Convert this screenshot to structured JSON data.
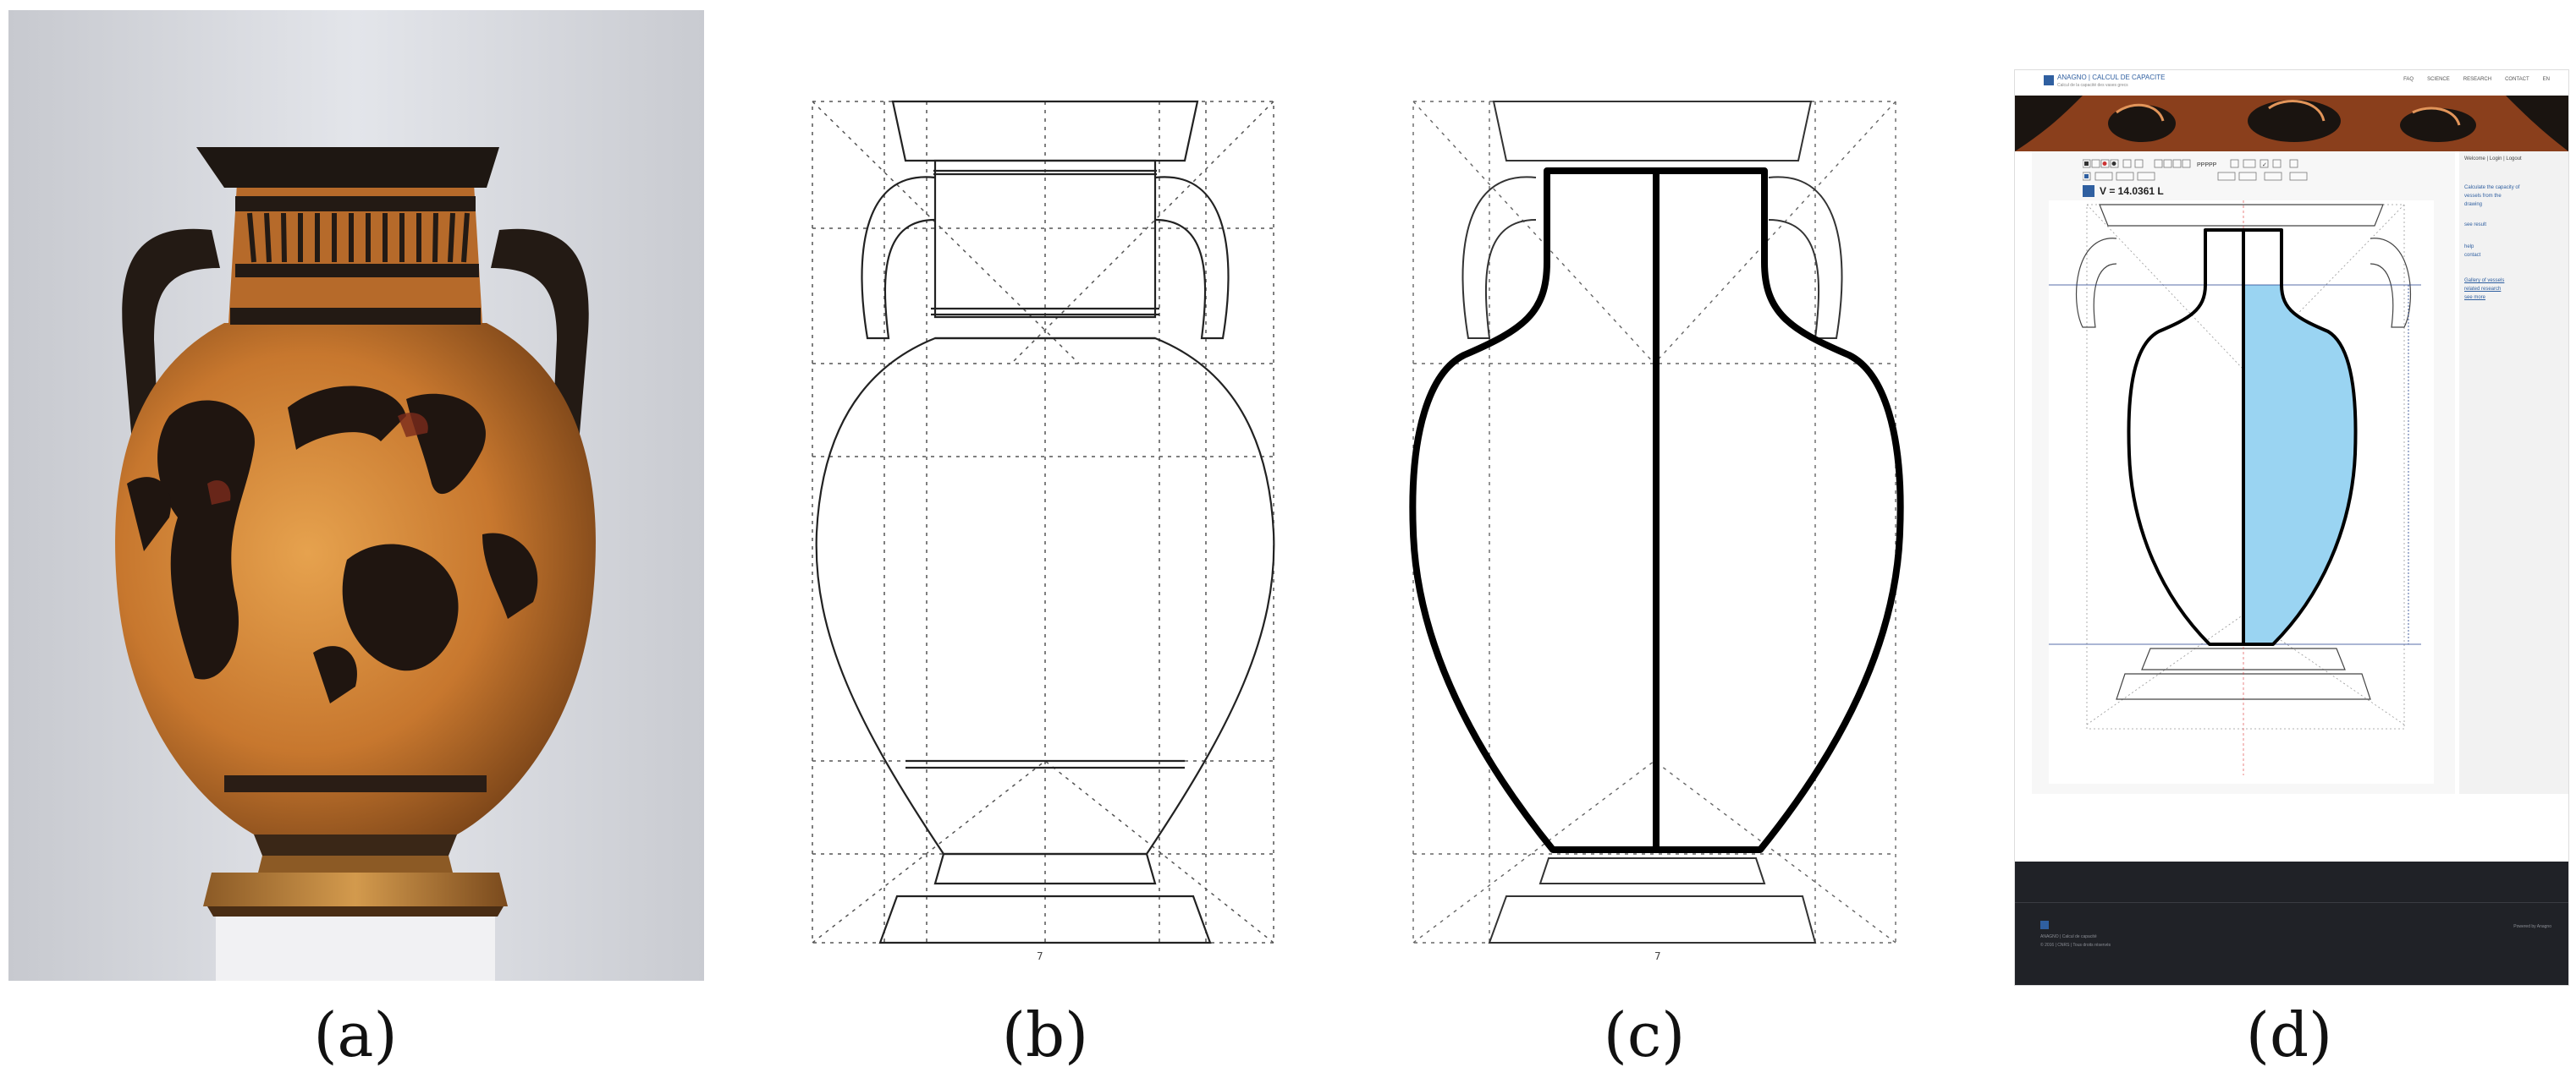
{
  "captions": {
    "a": "(a)",
    "b": "(b)",
    "c": "(c)",
    "d": "(d)"
  },
  "panel_d": {
    "site_title": "ANAGNO | CALCUL DE CAPACITE",
    "site_subtitle": "Calcul de la capacité des vases grecs",
    "nav": [
      "FAQ",
      "SCIENCE",
      "RESEARCH",
      "CONTACT",
      "EN"
    ],
    "volume_readout": "V = 14.0361 L",
    "sidebar_lines": [
      "Welcome | Login | Logout",
      "Calculate the capacity of",
      "vessels from the",
      "drawing",
      "see result",
      "help",
      "contact"
    ],
    "sidebar_links": [
      "Gallery of vessels",
      "related research",
      "see more"
    ],
    "footer_left": "ANAGNO | Calcul de capacité",
    "footer_copy": "© 2016 | CNRS | Tous droits réservés",
    "footer_right": "Powered by Anagno"
  },
  "colors": {
    "terracotta": "#c7772e",
    "glaze_black": "#1a1410",
    "liquid_fill": "#9ad4f2",
    "header_band": "#9c4e26",
    "footer_dark": "#202227",
    "link_blue": "#2f5fa0"
  }
}
